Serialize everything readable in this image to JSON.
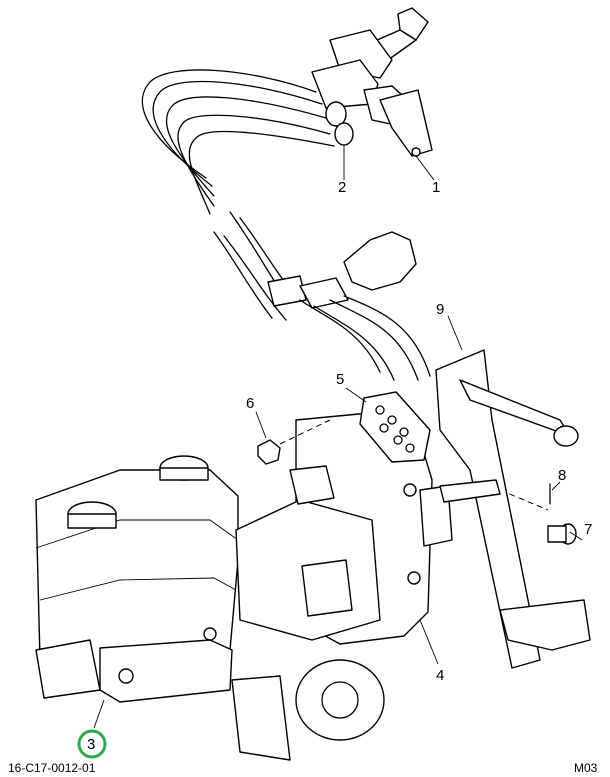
{
  "callouts": {
    "c1": "1",
    "c2": "2",
    "c3": "3",
    "c4": "4",
    "c5": "5",
    "c6": "6",
    "c7": "7",
    "c8": "8",
    "c9": "9"
  },
  "footer": {
    "drawing_id": "16-C17-0012-01",
    "sheet_code": "M03"
  },
  "colors": {
    "line": "#000000",
    "background": "#ffffff",
    "highlight_ring": "#2fa84f"
  }
}
